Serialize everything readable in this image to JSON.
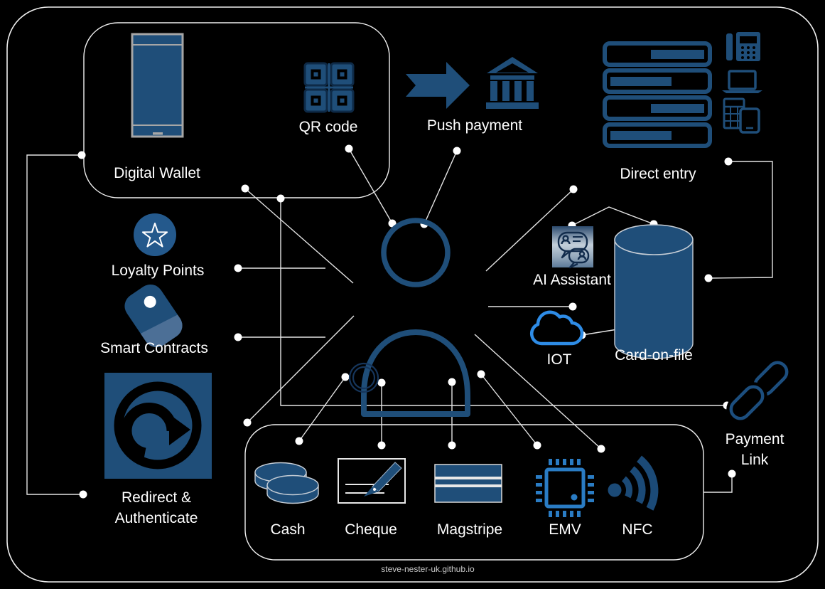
{
  "footer": "steve-nester-uk.github.io",
  "colors": {
    "background": "#000000",
    "primary_blue": "#1f4e79",
    "bright_blue": "#2a7cc4",
    "cloud_blue": "#2e8ce6",
    "connector": "#e4e4e4",
    "label_text": "#ffffff"
  },
  "nodes": {
    "digital_wallet": "Digital Wallet",
    "qr_code": "QR code",
    "push_payment": "Push payment",
    "direct_entry": "Direct entry",
    "loyalty_points": "Loyalty Points",
    "ai_assistant": "AI Assistant",
    "smart_contracts": "Smart Contracts",
    "iot": "IOT",
    "card_on_file": "Card-on-file",
    "redirect_line1": "Redirect &",
    "redirect_line2": "Authenticate",
    "payment_link_line1": "Payment",
    "payment_link_line2": "Link",
    "cash": "Cash",
    "cheque": "Cheque",
    "magstripe": "Magstripe",
    "emv": "EMV",
    "nfc": "NFC"
  }
}
